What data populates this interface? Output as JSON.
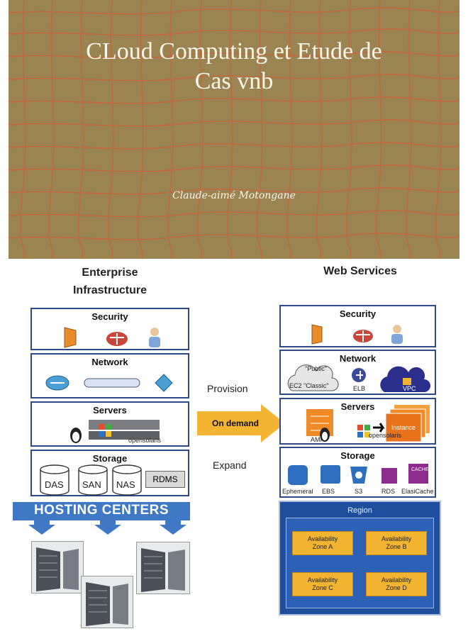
{
  "cover": {
    "title_line1": "CLoud Computing et Etude de",
    "title_line2": "Cas  vnb",
    "author": "Claude-aimé Motongane",
    "background": "#9a8451",
    "thread_color": "#c8663c"
  },
  "enterprise": {
    "heading_line1": "Enterprise",
    "heading_line2": "Infrastructure",
    "security": "Security",
    "network": "Network",
    "servers": "Servers",
    "storage": "Storage",
    "storage_items": [
      "DAS",
      "SAN",
      "NAS",
      "RDMS"
    ],
    "opensolaris": "opensolaris",
    "hosting": "HOSTING CENTERS"
  },
  "middle": {
    "provision": "Provision",
    "on_demand": "On demand",
    "expand": "Expand"
  },
  "aws": {
    "heading": "Web Services",
    "security": "Security",
    "network": "Network",
    "public": "\"Public\"",
    "ec2_classic": "EC2 \"Classic\"",
    "elb": "ELB",
    "vpc": "VPC",
    "servers": "Servers",
    "ami": "AMI",
    "instance": "Instance",
    "opensolaris": "opensolaris",
    "storage": "Storage",
    "storage_items": [
      "Ephemeral",
      "EBS",
      "S3",
      "RDS",
      "ElasiCache"
    ],
    "cache": "CACHE",
    "region": "Region",
    "zones": [
      {
        "line1": "Availability",
        "line2": "Zone A"
      },
      {
        "line1": "Availability",
        "line2": "Zone B"
      },
      {
        "line1": "Availability",
        "line2": "Zone C"
      },
      {
        "line1": "Availability",
        "line2": "Zone D"
      }
    ]
  }
}
